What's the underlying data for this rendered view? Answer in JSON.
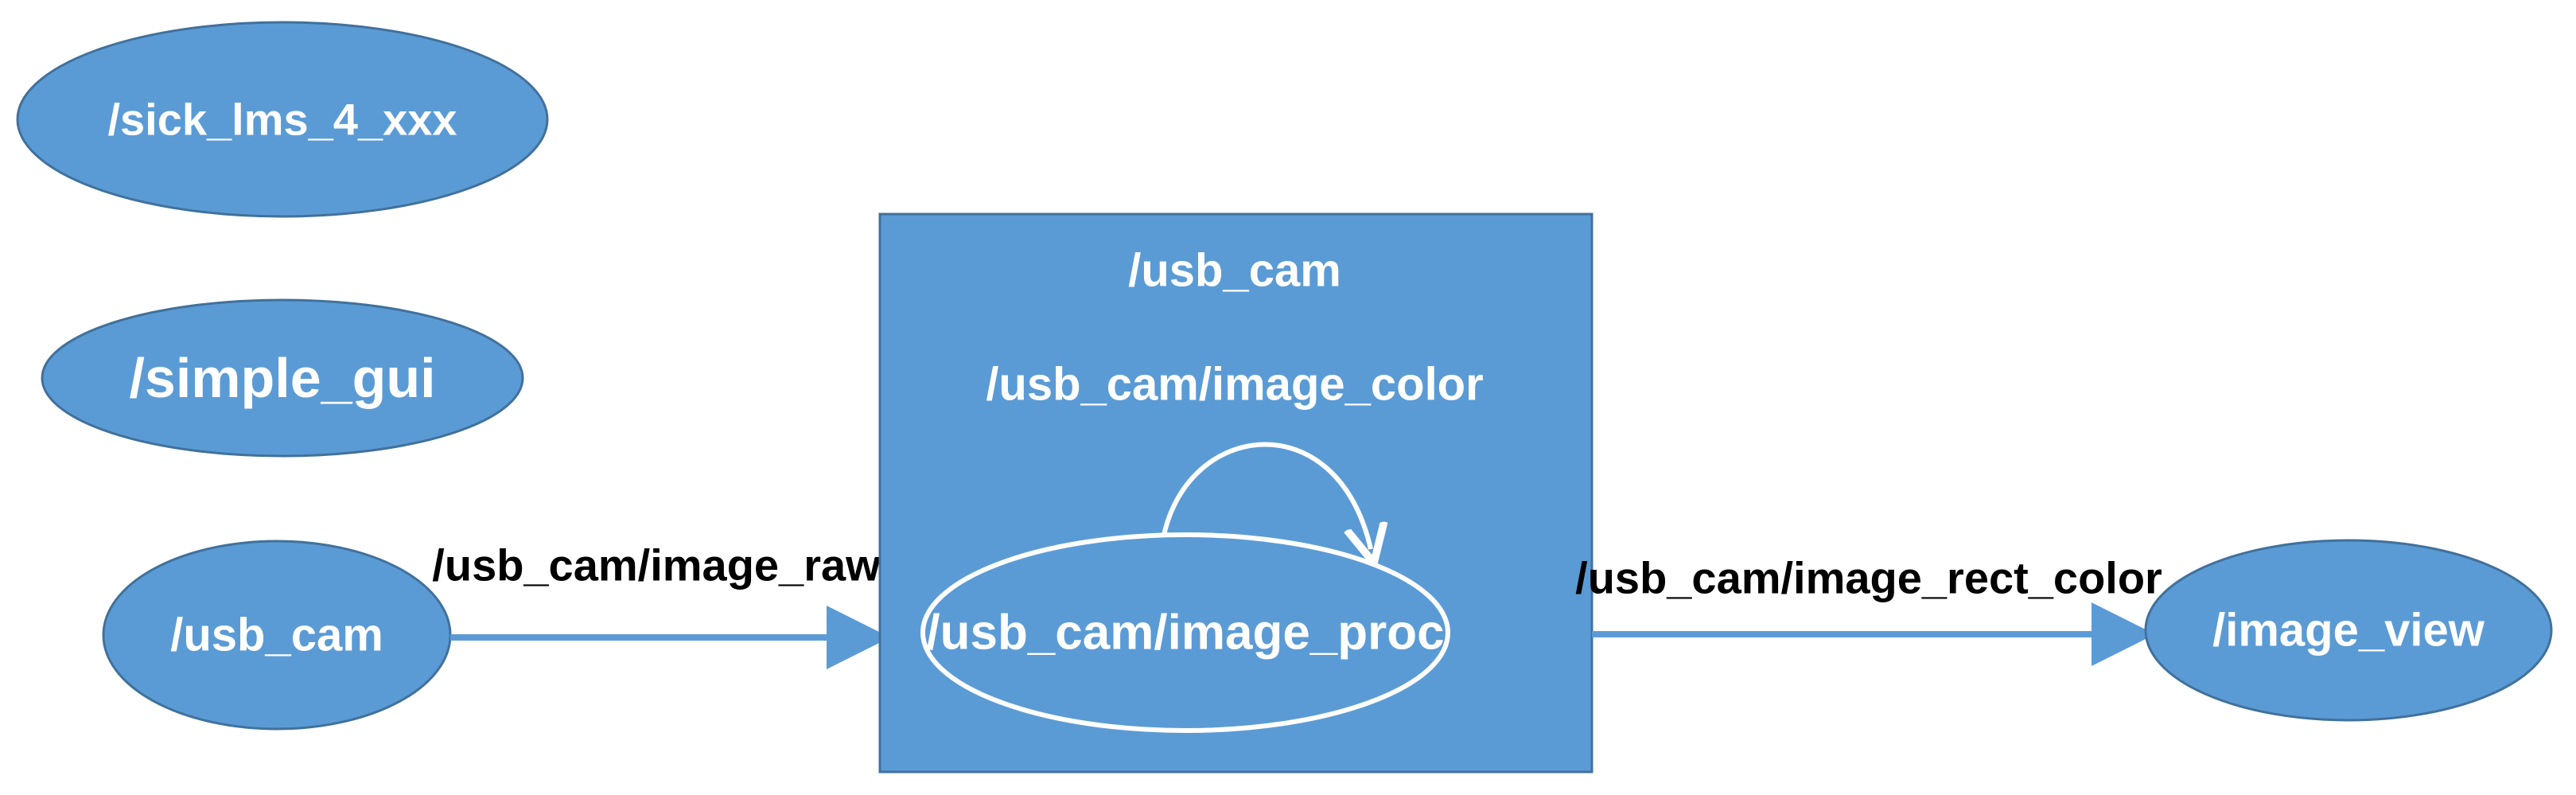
{
  "nodes": {
    "sick_lms": {
      "label": "/sick_lms_4_xxx"
    },
    "simple_gui": {
      "label": "/simple_gui"
    },
    "usb_cam": {
      "label": "/usb_cam"
    },
    "image_view": {
      "label": "/image_view"
    }
  },
  "group": {
    "title": "/usb_cam",
    "inner_node": {
      "label": "/usb_cam/image_proc"
    },
    "self_loop_label": "/usb_cam/image_color"
  },
  "edges": {
    "usb_cam_to_group": {
      "label": "/usb_cam/image_raw"
    },
    "group_to_image_view": {
      "label": "/usb_cam/image_rect_color"
    }
  },
  "colors": {
    "node_fill": "#5b9bd5",
    "node_stroke": "#41719c",
    "text_on_node": "#ffffff",
    "edge_label": "#000000"
  }
}
